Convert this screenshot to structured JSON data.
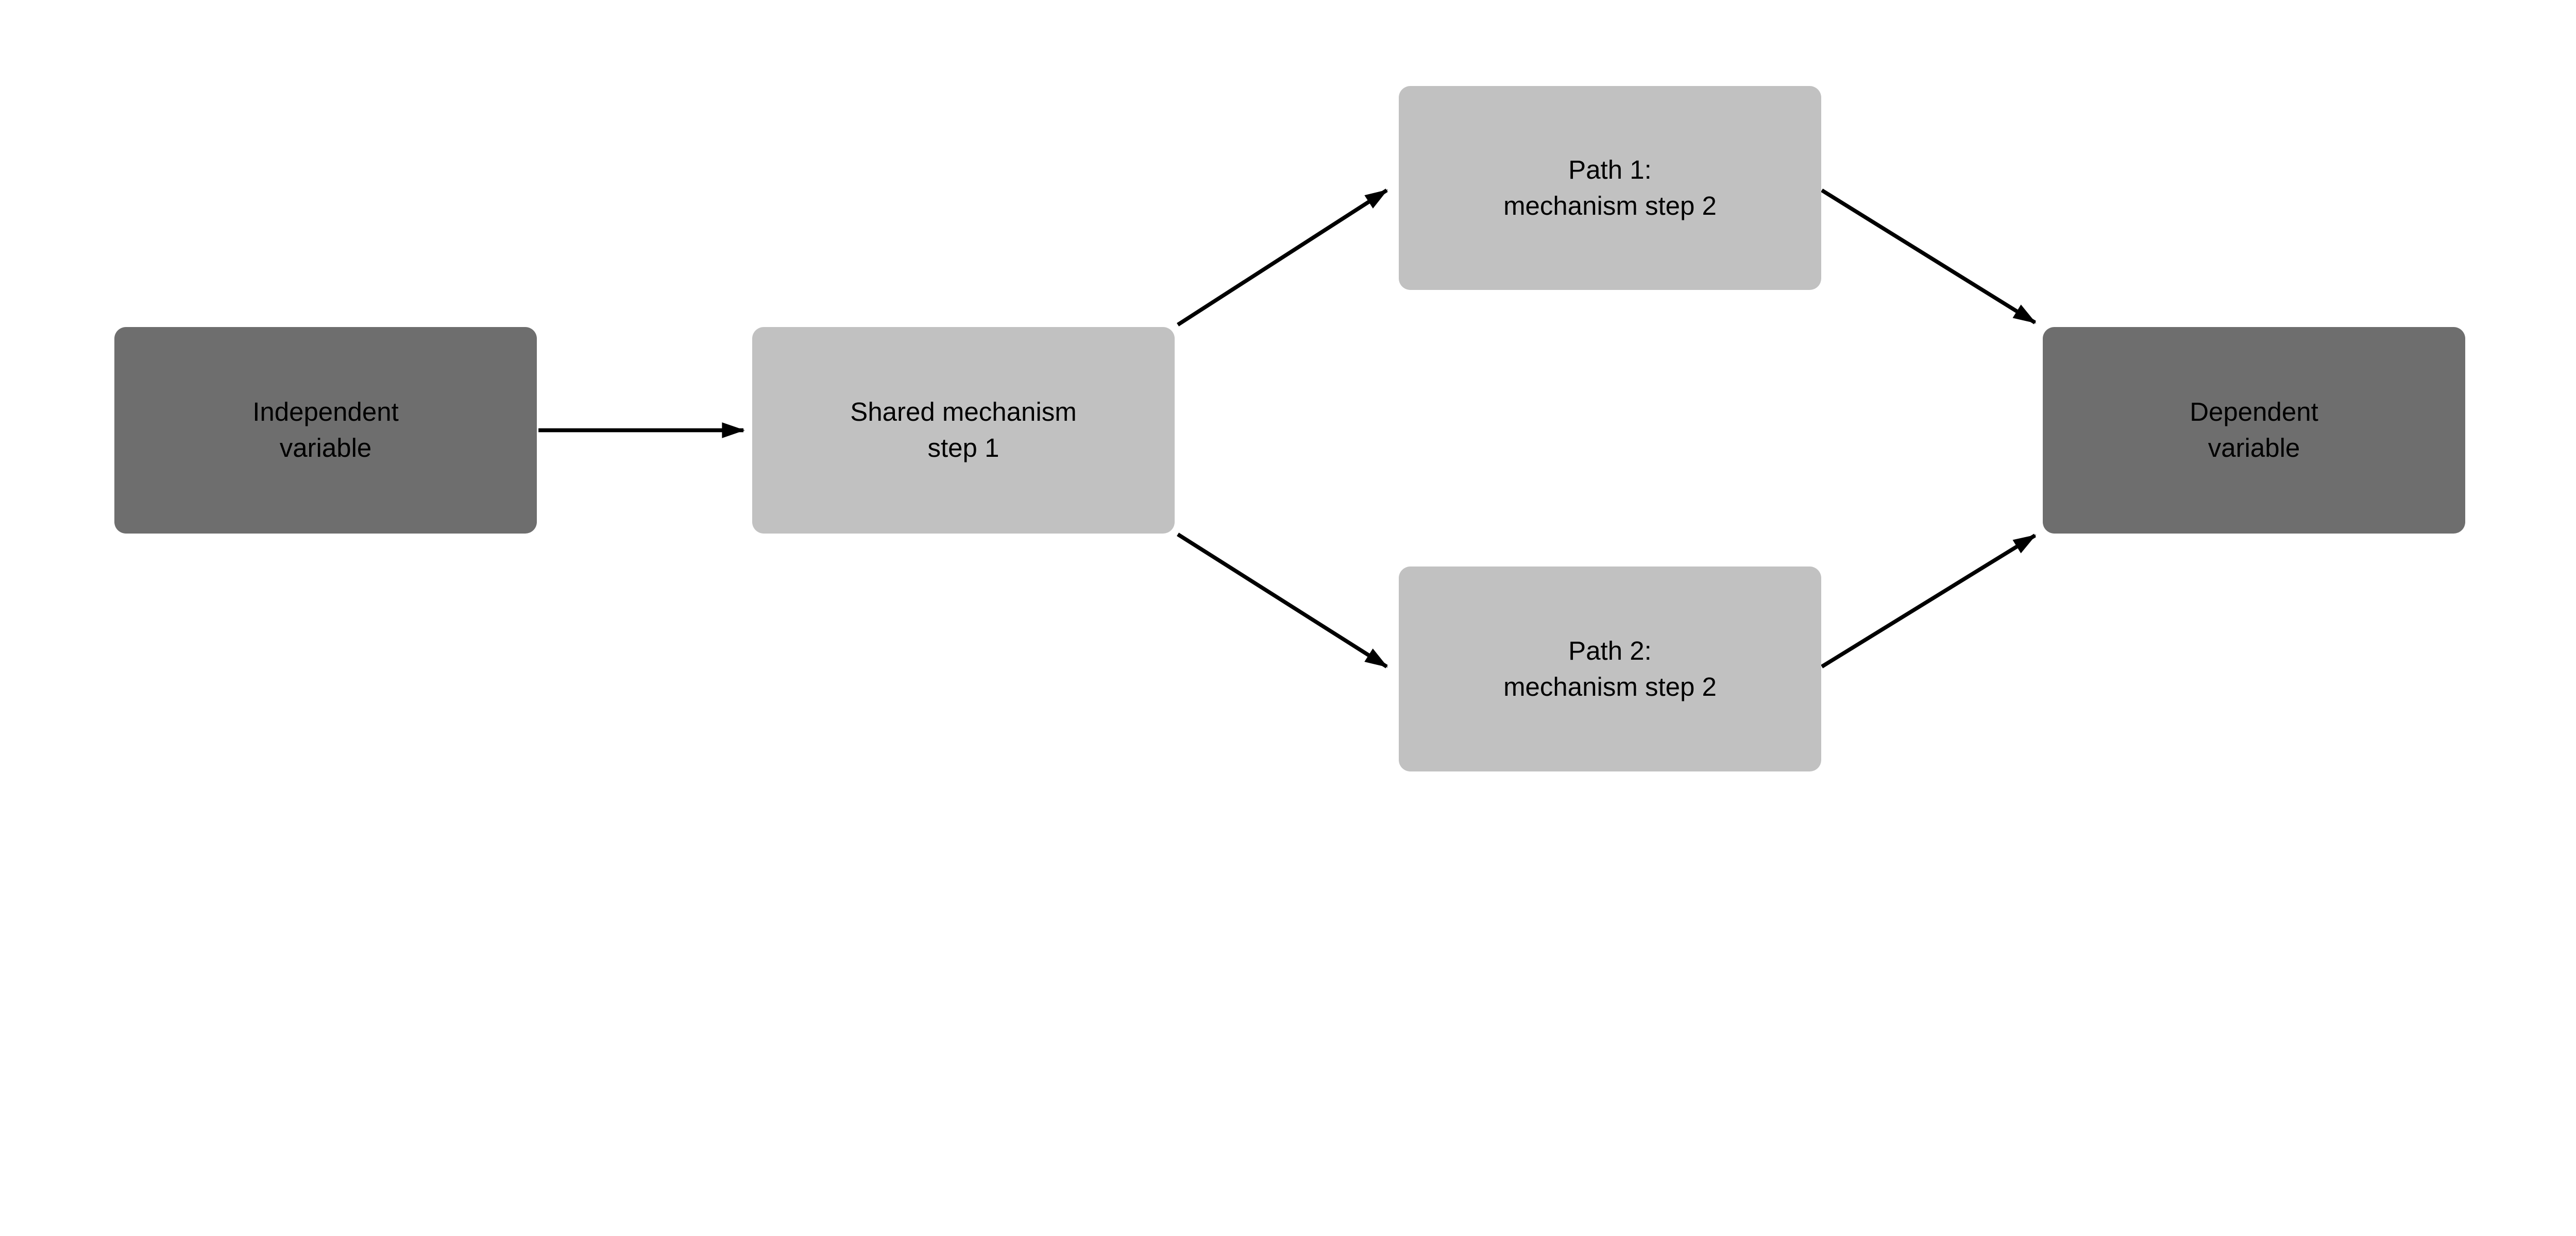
{
  "diagram": {
    "background_color": "#ffffff",
    "colors": {
      "dark_node_fill": "#6e6e6e",
      "light_node_fill": "#c1c1c1",
      "text": "#000000",
      "arrow": "#000000"
    },
    "nodes": {
      "independent": {
        "label": "Independent\nvariable",
        "variant": "dark"
      },
      "shared": {
        "label": "Shared mechanism\nstep 1",
        "variant": "light"
      },
      "path1": {
        "label": "Path 1:\nmechanism step 2",
        "variant": "light"
      },
      "path2": {
        "label": "Path 2:\nmechanism step 2",
        "variant": "light"
      },
      "dependent": {
        "label": "Dependent\nvariable",
        "variant": "dark"
      }
    },
    "edges": [
      {
        "from": "independent",
        "to": "shared"
      },
      {
        "from": "shared",
        "to": "path1"
      },
      {
        "from": "shared",
        "to": "path2"
      },
      {
        "from": "path1",
        "to": "dependent"
      },
      {
        "from": "path2",
        "to": "dependent"
      }
    ]
  }
}
